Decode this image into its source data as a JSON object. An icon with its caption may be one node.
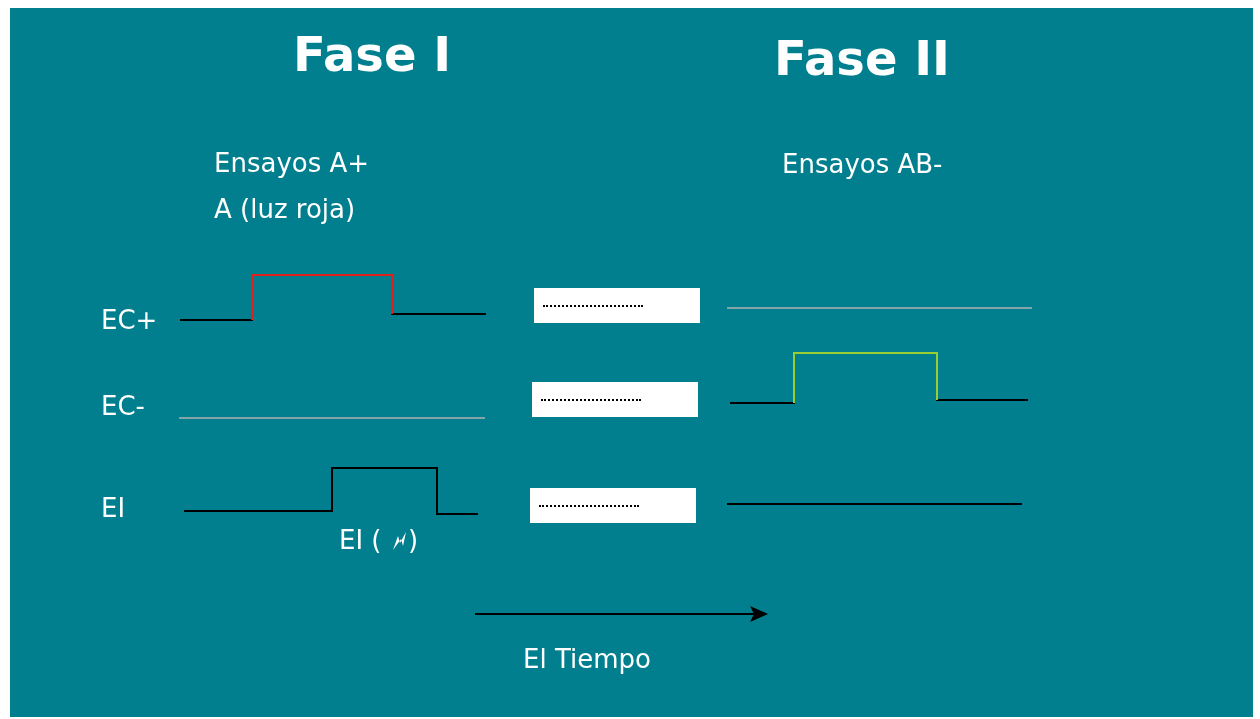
{
  "diagram": {
    "nodes": [
      {
        "text": [],
        "shape": "box"
      },
      {
        "text": [],
        "shape": "box"
      },
      {
        "text": [],
        "shape": "box"
      }
    ],
    "labels": [
      "Fase I",
      "Fase II",
      "Ensayos A+",
      "A (luz roja)",
      "Ensayos AB-",
      "EC+",
      "EC-",
      "EI",
      "EI (",
      ")",
      "El Tiempo"
    ]
  }
}
